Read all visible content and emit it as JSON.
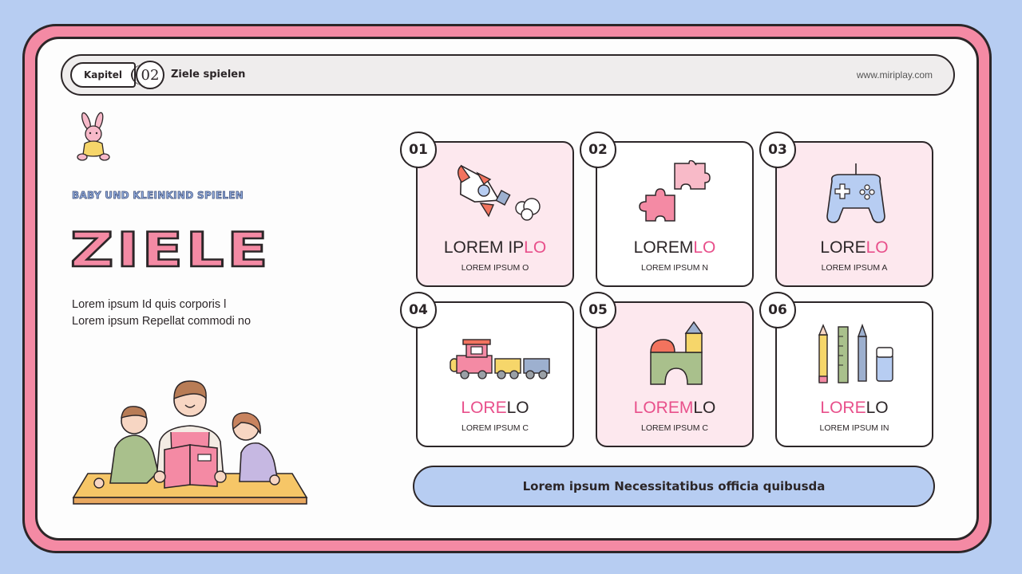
{
  "header": {
    "chapter_label": "Kapitel",
    "chapter_number": "02",
    "title": "Ziele spielen",
    "url": "www.miriplay.com"
  },
  "left": {
    "eyebrow": "BABY UND KLEINKIND SPIELEN",
    "title": "ZIELE",
    "description_line1": "Lorem ipsum Id quis corporis l",
    "description_line2": "Lorem ipsum Repellat commodi no"
  },
  "cards": [
    {
      "number": "01",
      "title_main": "LOREM IP",
      "title_accent": "LO",
      "accent_first": false,
      "subtitle": "LOREM IPSUM O",
      "icon": "rocket-icon"
    },
    {
      "number": "02",
      "title_main": "LOREM",
      "title_accent": "LO",
      "accent_first": false,
      "subtitle": "LOREM IPSUM N",
      "icon": "puzzle-icon"
    },
    {
      "number": "03",
      "title_main": "LORE",
      "title_accent": "LO",
      "accent_first": false,
      "subtitle": "LOREM IPSUM A",
      "icon": "gamepad-icon"
    },
    {
      "number": "04",
      "title_main": "LO",
      "title_accent": "LORE",
      "accent_first": true,
      "subtitle": "LOREM IPSUM C",
      "icon": "train-icon"
    },
    {
      "number": "05",
      "title_main": "LO",
      "title_accent": "LOREM",
      "accent_first": true,
      "subtitle": "LOREM IPSUM C",
      "icon": "blocks-icon"
    },
    {
      "number": "06",
      "title_main": "LO",
      "title_accent": "LORE",
      "accent_first": true,
      "subtitle": "LOREM IPSUM IN",
      "icon": "stationery-icon"
    }
  ],
  "banner": {
    "text": "Lorem ipsum Necessitatibus officia quibusda"
  },
  "colors": {
    "background": "#b7cdf2",
    "pink": "#f48aa4",
    "accent": "#e8508b",
    "card_pink": "#fde8ee",
    "outline": "#2c2628"
  }
}
